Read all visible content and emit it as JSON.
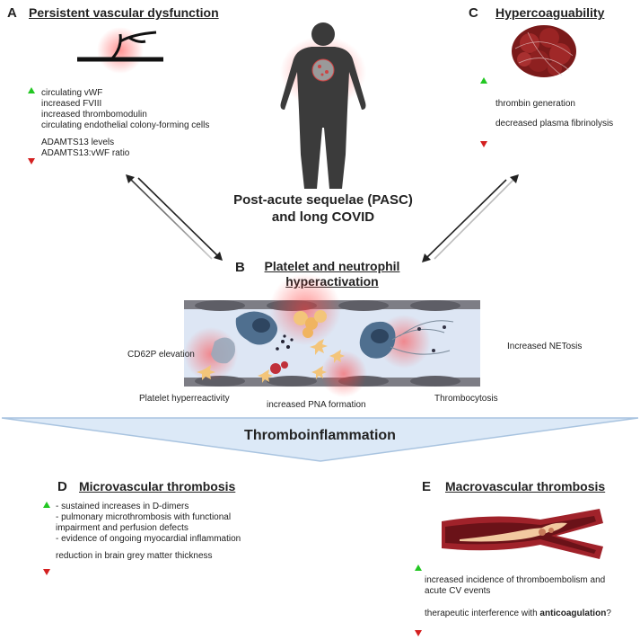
{
  "panel_a": {
    "letter": "A",
    "title": "Persistent vascular dysfunction",
    "up_items": [
      "circulating vWF",
      "increased FVIII",
      "increased thrombomodulin",
      "circulating endothelial colony-forming cells"
    ],
    "down_items": [
      "ADAMTS13 levels",
      "ADAMTS13:vWF ratio"
    ]
  },
  "panel_c": {
    "letter": "C",
    "title": "Hypercoaguability",
    "up_items": [
      "thrombin generation"
    ],
    "down_items": [
      "decreased plasma fibrinolysis"
    ]
  },
  "center": {
    "title_line1": "Post-acute sequelae (PASC)",
    "title_line2": "and long COVID"
  },
  "panel_b": {
    "letter": "B",
    "title_line1": "Platelet and neutrophil",
    "title_line2": "hyperactivation",
    "labels": {
      "cd62p": "CD62P elevation",
      "netosis": "Increased NETosis",
      "hyperreactivity": "Platelet hyperreactivity",
      "pna": "increased PNA formation",
      "thrombocytosis": "Thrombocytosis"
    }
  },
  "banner": {
    "text": "Thromboinflammation"
  },
  "panel_d": {
    "letter": "D",
    "title": "Microvascular thrombosis",
    "up_items": [
      "- sustained increases in D-dimers",
      "- pulmonary microthrombosis with functional",
      "impairment and perfusion defects",
      "- evidence of ongoing myocardial inflammation"
    ],
    "down_items": [
      "reduction in brain grey matter thickness"
    ]
  },
  "panel_e": {
    "letter": "E",
    "title": "Macrovascular thrombosis",
    "up_items": [
      "increased incidence of thromboembolism and",
      "acute CV events"
    ],
    "down_prefix": "therapeutic interference with ",
    "down_bold": "anticoagulation",
    "down_suffix": "?"
  },
  "colors": {
    "up_arrow": "#22c722",
    "down_arrow": "#d42020",
    "banner_fill": "#dce9f7",
    "banner_stroke": "#a9c4e0"
  }
}
